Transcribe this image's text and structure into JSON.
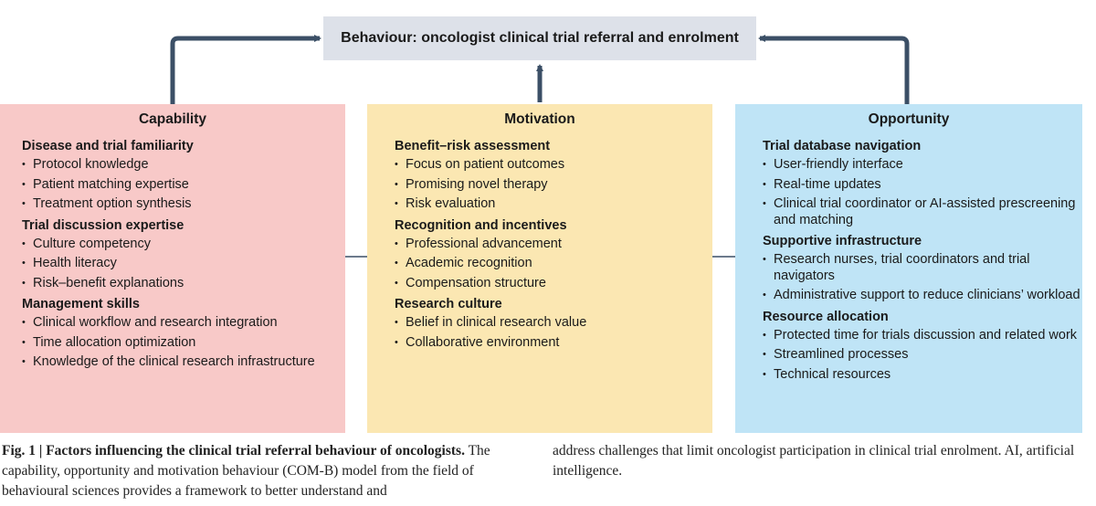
{
  "behaviour": "Behaviour: oncologist clinical trial referral and enrolment",
  "panels": {
    "capability": {
      "title": "Capability",
      "sections": [
        {
          "heading": "Disease and trial familiarity",
          "items": [
            "Protocol knowledge",
            "Patient matching expertise",
            "Treatment option synthesis"
          ]
        },
        {
          "heading": "Trial discussion expertise",
          "items": [
            "Culture competency",
            "Health literacy",
            "Risk–benefit explanations"
          ]
        },
        {
          "heading": "Management skills",
          "items": [
            "Clinical workflow and research integration",
            "Time allocation optimization",
            "Knowledge of the clinical research infrastructure"
          ]
        }
      ]
    },
    "motivation": {
      "title": "Motivation",
      "sections": [
        {
          "heading": "Benefit–risk assessment",
          "items": [
            "Focus on patient outcomes",
            "Promising novel therapy",
            "Risk evaluation"
          ]
        },
        {
          "heading": "Recognition and incentives",
          "items": [
            "Professional advancement",
            "Academic recognition",
            "Compensation structure"
          ]
        },
        {
          "heading": "Research culture",
          "items": [
            "Belief in clinical research value",
            "Collaborative environment"
          ]
        }
      ]
    },
    "opportunity": {
      "title": "Opportunity",
      "sections": [
        {
          "heading": "Trial database navigation",
          "items": [
            "User-friendly interface",
            "Real-time updates",
            "Clinical trial coordinator or AI-assisted prescreening and matching"
          ]
        },
        {
          "heading": "Supportive infrastructure",
          "items": [
            "Research nurses, trial coordinators and trial navigators",
            "Administrative support to reduce clinicians’ workload"
          ]
        },
        {
          "heading": "Resource allocation",
          "items": [
            "Protected time for trials discussion and related work",
            "Streamlined processes",
            "Technical resources"
          ]
        }
      ]
    }
  },
  "caption": {
    "label": "Fig. 1 | Factors influencing the clinical trial referral behaviour of oncologists.",
    "text_left": "The capability, opportunity and motivation behaviour (COM-B) model from the field of behavioural sciences provides a framework to better understand and",
    "text_right": "address challenges that limit oncologist participation in clinical trial enrolment. AI, artificial intelligence."
  },
  "colors": {
    "arrow": "#3b4f66",
    "capability": "#f8c9c8",
    "motivation": "#fbe7b2",
    "opportunity": "#bfe4f6",
    "behaviour": "#dde1e9"
  }
}
